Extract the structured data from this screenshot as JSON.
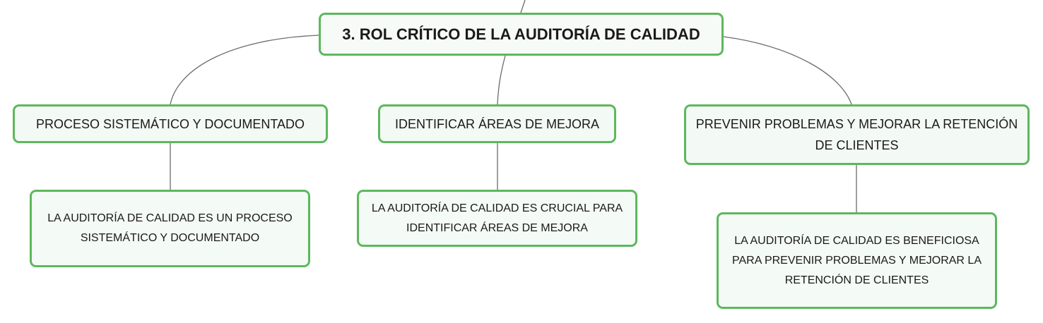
{
  "colors": {
    "node_border": "#5cb85c",
    "node_fill": "#f3f9f4",
    "connector": "#6b6b6b"
  },
  "root": {
    "label": "3. ROL CRÍTICO DE LA AUDITORÍA DE CALIDAD"
  },
  "branches": [
    {
      "label": "PROCESO SISTEMÁTICO Y DOCUMENTADO",
      "child": "LA AUDITORÍA DE CALIDAD ES UN PROCESO\nSISTEMÁTICO Y DOCUMENTADO"
    },
    {
      "label": "IDENTIFICAR ÁREAS DE MEJORA",
      "child": "LA AUDITORÍA DE CALIDAD ES CRUCIAL PARA\nIDENTIFICAR ÁREAS DE MEJORA"
    },
    {
      "label": "PREVENIR PROBLEMAS Y MEJORAR LA RETENCIÓN\nDE CLIENTES",
      "child": "LA AUDITORÍA DE CALIDAD ES BENEFICIOSA\nPARA PREVENIR PROBLEMAS Y MEJORAR LA\nRETENCIÓN DE CLIENTES"
    }
  ]
}
